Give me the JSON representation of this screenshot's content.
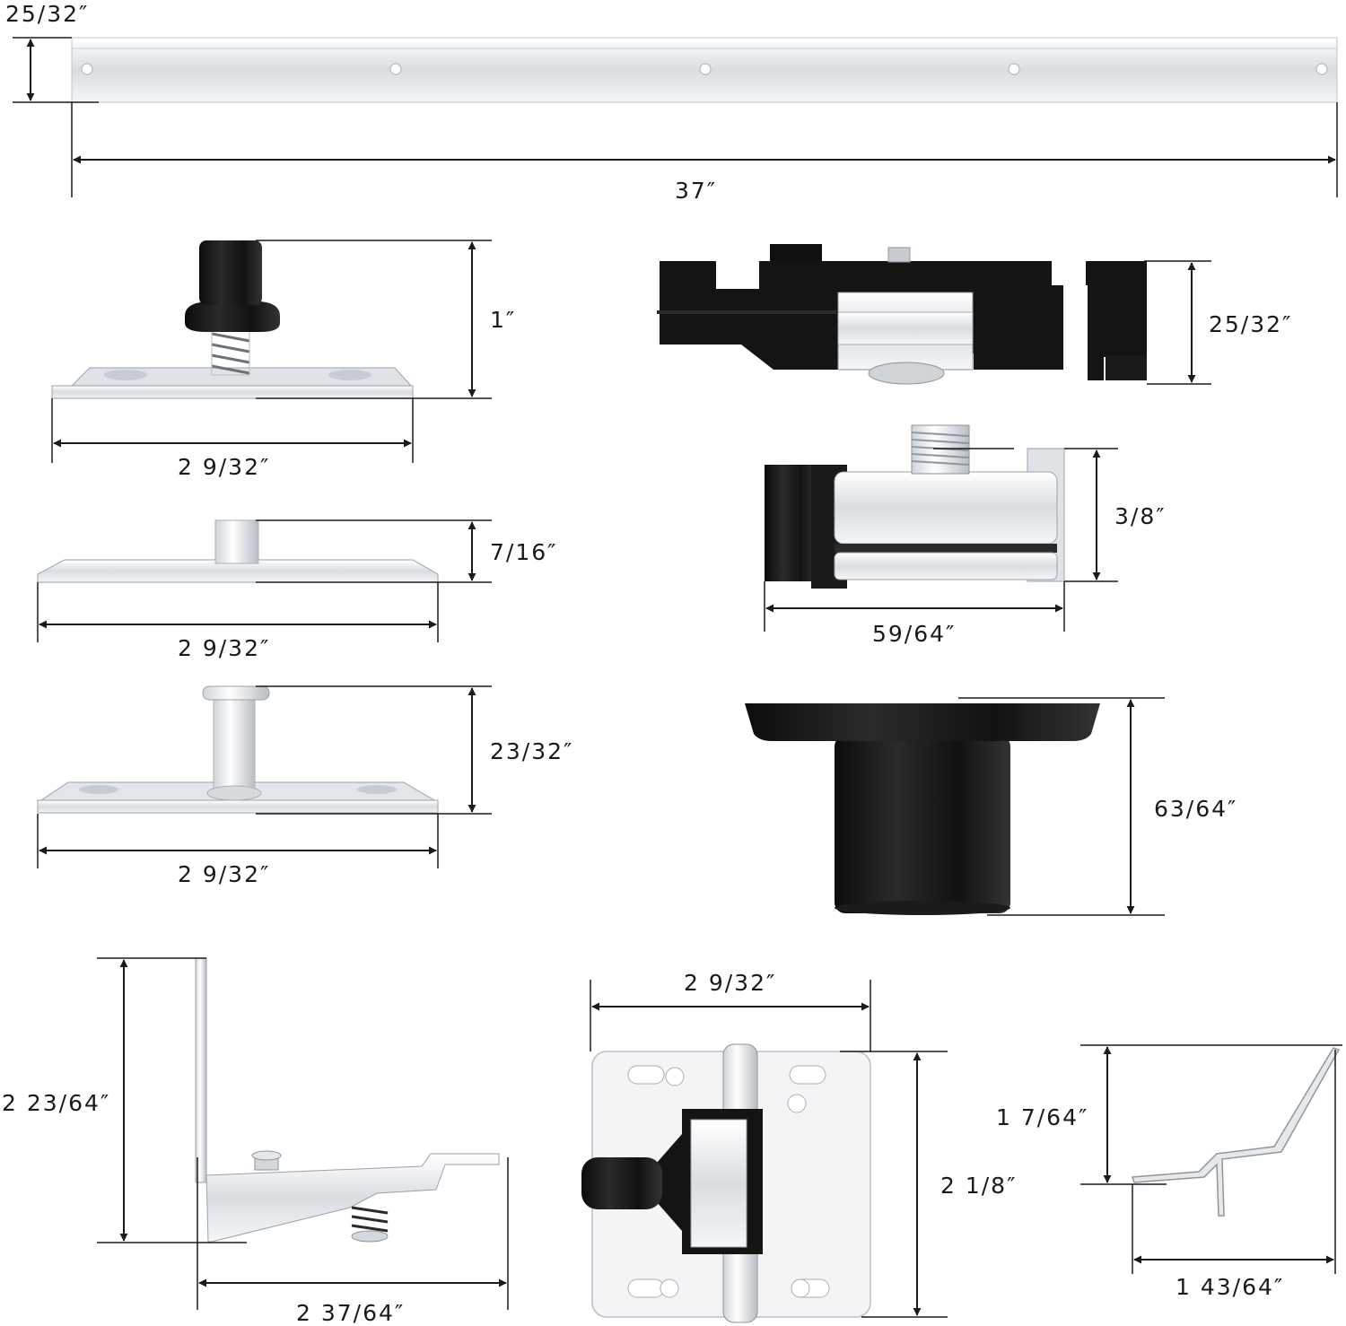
{
  "dimensions": {
    "rail_height": "25/32″",
    "rail_length": "37″",
    "top_pivot_height": "1″",
    "top_pivot_width": "2 9/32″",
    "socket_plate_height": "7/16″",
    "socket_plate_width": "2 9/32″",
    "pin_plate_height": "23/32″",
    "pin_plate_width": "2 9/32″",
    "guide_height": "25/32″",
    "clamp_height": "3/8″",
    "clamp_width": "59/64″",
    "cap_height": "63/64″",
    "bracket_height": "2 23/64″",
    "bracket_width": "2 37/64″",
    "hinge_width": "2 9/32″",
    "hinge_height": "2 1/8″",
    "spring_clip_height": "1 7/64″",
    "spring_clip_width": "1 43/64″"
  },
  "colors": {
    "line": "#1a1a1a",
    "metal_light": "#eef1f4",
    "metal_mid": "#c3c8ce",
    "black_part": "#151515"
  }
}
